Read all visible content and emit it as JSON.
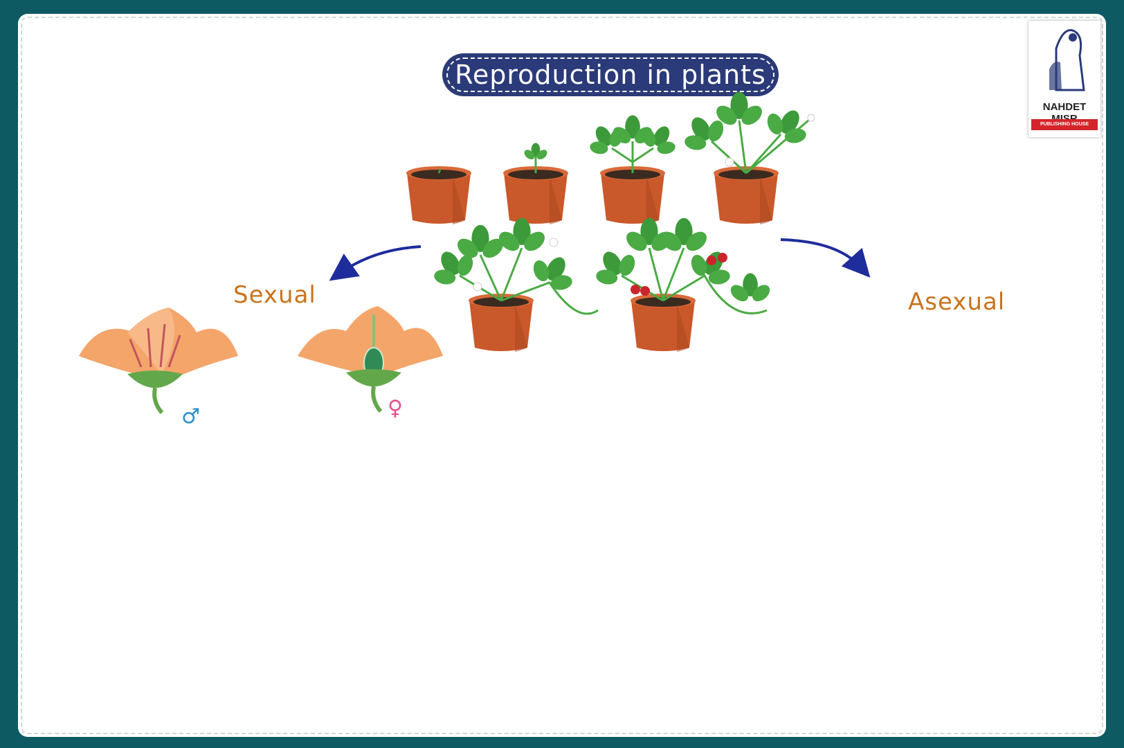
{
  "title": "Reproduction in plants",
  "labels": {
    "sexual": "Sexual",
    "asexual": "Asexual"
  },
  "symbols": {
    "male": "♂",
    "female": "♀"
  },
  "logo": {
    "name": "NAHDET MISR",
    "tagline": "PUBLISHING HOUSE"
  },
  "colors": {
    "frame": "#0d5a63",
    "title_bg": "#2b3a78",
    "label": "#c8731f",
    "arrow": "#1f2c9c",
    "petal": "#f4a56a",
    "pot": "#c9582a",
    "leaf": "#3d9a3a",
    "male_symbol": "#2b8fc9",
    "female_symbol": "#e0508e"
  }
}
